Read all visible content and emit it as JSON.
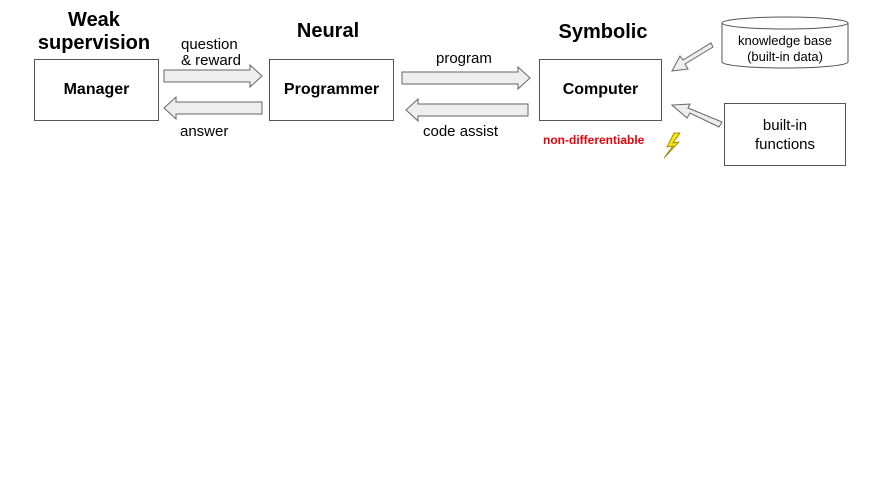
{
  "headers": {
    "weak_line1": "Weak",
    "weak_line2": "supervision",
    "neural": "Neural",
    "symbolic": "Symbolic"
  },
  "nodes": {
    "manager": "Manager",
    "programmer": "Programmer",
    "computer": "Computer",
    "kb_line1": "knowledge base",
    "kb_line2": "(built-in data)",
    "fn_line1": "built-in",
    "fn_line2": "functions"
  },
  "edges": {
    "question_line1": "question",
    "question_line2": "& reward",
    "answer": "answer",
    "program": "program",
    "code_assist": "code assist"
  },
  "annotations": {
    "non_differentiable": "non-differentiable"
  },
  "colors": {
    "arrow_fill": "#eeeeee",
    "arrow_stroke": "#666666",
    "highlight": "#e8000b",
    "lightning": "#f5e600"
  }
}
